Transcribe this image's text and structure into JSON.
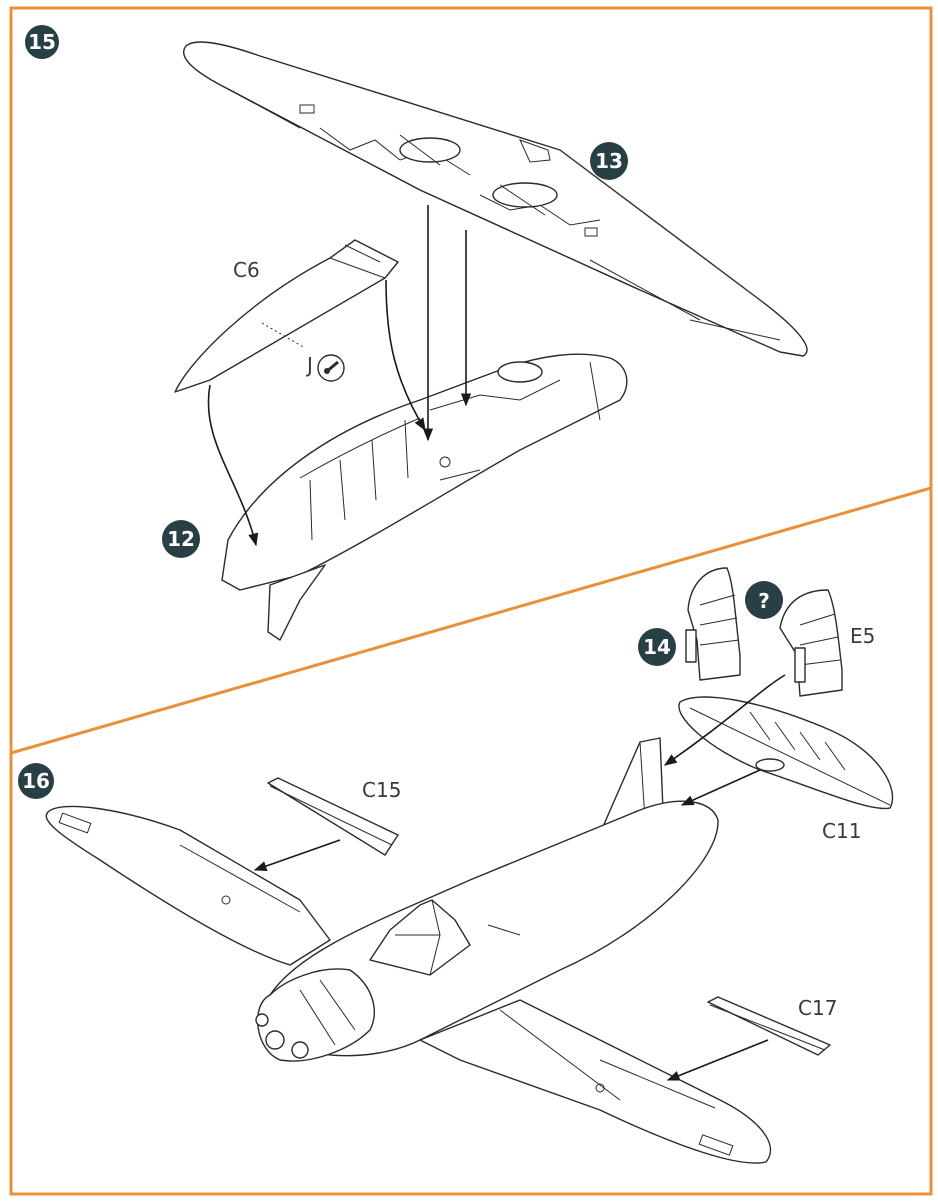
{
  "colors": {
    "frame": "#e8913a",
    "badge": "#283f45",
    "line": "#2b2b2b"
  },
  "steps": {
    "s15": "15",
    "s13": "13",
    "s12": "12",
    "s14": "14",
    "s16": "16",
    "question": "?"
  },
  "parts": {
    "c6": "C6",
    "j": "J",
    "e5": "E5",
    "c11": "C11",
    "c15": "C15",
    "c17": "C17"
  }
}
